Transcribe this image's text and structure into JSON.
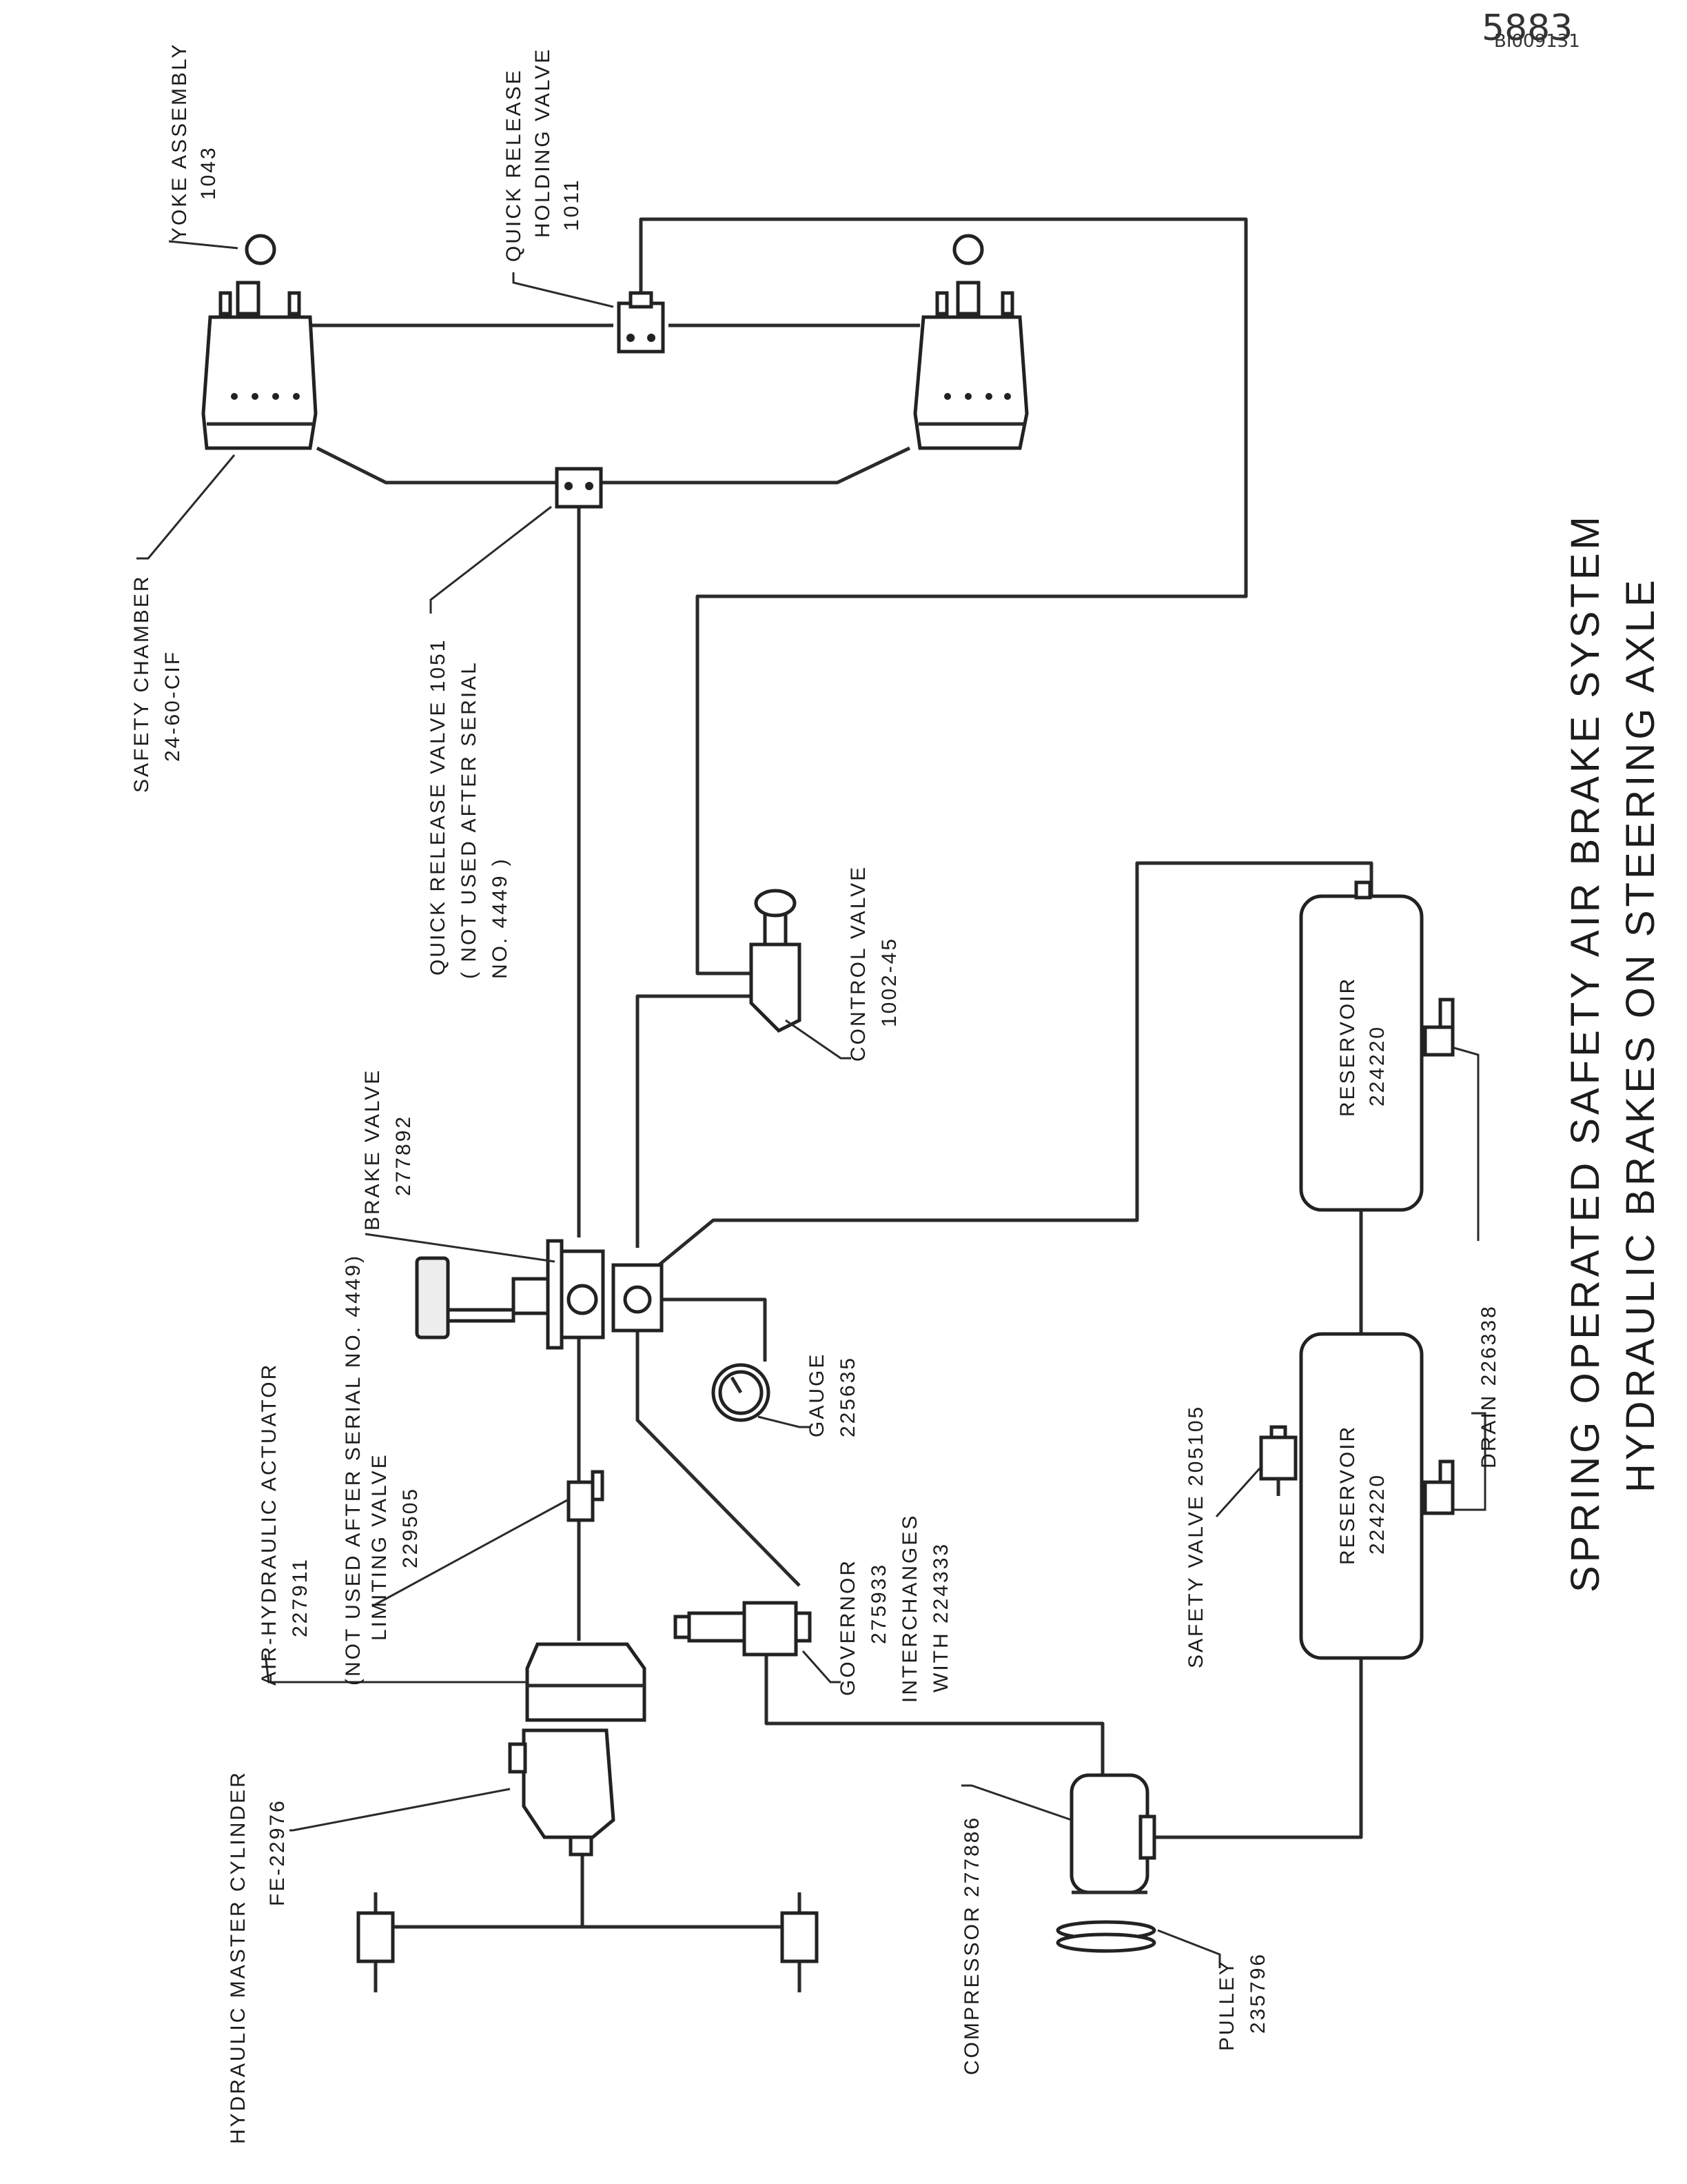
{
  "sheet": {
    "page_number": "5883",
    "drawing_id": "BI009131"
  },
  "title": {
    "line1": "SPRING OPERATED SAFETY AIR BRAKE SYSTEM",
    "line2": "HYDRAULIC BRAKES ON STEERING AXLE"
  },
  "labels": {
    "yoke_assembly": [
      "YOKE  ASSEMBLY",
      "1043"
    ],
    "quick_release_holding_valve": [
      "QUICK  RELEASE",
      "HOLDING  VALVE",
      "1011"
    ],
    "safety_chamber": [
      "SAFETY  CHAMBER",
      "24-60-CIF"
    ],
    "quick_release_valve": [
      "QUICK  RELEASE  VALVE  1051",
      "( NOT  USED  AFTER  SERIAL",
      "NO. 4449 )"
    ],
    "control_valve": [
      "CONTROL  VALVE",
      "1002-45"
    ],
    "brake_valve": [
      "BRAKE  VALVE",
      "277892"
    ],
    "not_used_serial": "(NOT  USED  AFTER  SERIAL  NO. 4449)",
    "air_hydraulic_actuator": [
      "AIR-HYDRAULIC  ACTUATOR",
      "227911"
    ],
    "limiting_valve": [
      "LIMITING  VALVE",
      "229505"
    ],
    "gauge": [
      "GAUGE",
      "225635"
    ],
    "governor": [
      "GOVERNOR",
      "275933",
      "INTERCHANGES",
      "WITH 224333"
    ],
    "hydraulic_master_cylinder": [
      "HYDRAULIC  MASTER  CYLINDER",
      "FE-22976"
    ],
    "compressor": "COMPRESSOR  277886",
    "pulley": [
      "PULLEY",
      "235796"
    ],
    "safety_valve": "SAFETY  VALVE  205105",
    "drain_1": "DRAIN  226338",
    "reservoir_1": [
      "RESERVOIR",
      "224220"
    ],
    "reservoir_2": [
      "RESERVOIR",
      "224220"
    ]
  }
}
